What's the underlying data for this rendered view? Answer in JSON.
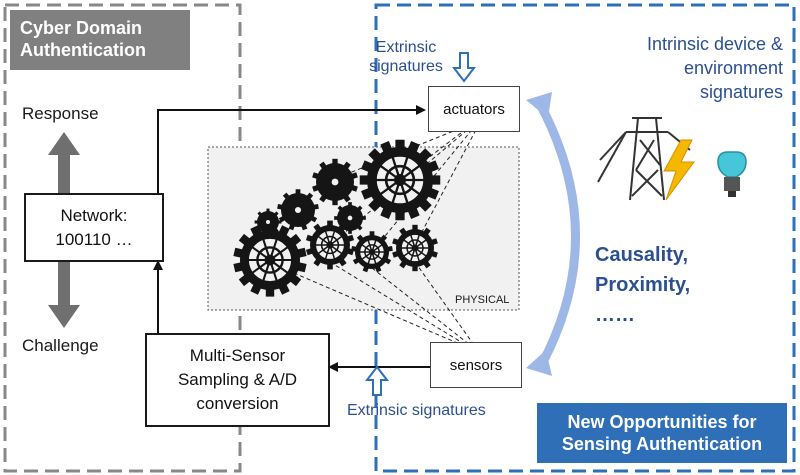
{
  "cyber_tag": "Cyber Domain\nAuthentication",
  "sensing_tag": "New Opportunities for\nSensing Authentication",
  "response_label": "Response",
  "challenge_label": "Challenge",
  "network_box": "Network:\n100110 …",
  "multisensor_box": "Multi-Sensor\nSampling & A/D\nconversion",
  "actuators_box": "actuators",
  "sensors_box": "sensors",
  "extrinsic_top": "Extrinsic\nsignatures",
  "extrinsic_bottom": "Extrinsic signatures",
  "intrinsic_label": "Intrinsic device &\nenvironment\nsignatures",
  "causality_label": "Causality,\nProximity,\n……",
  "physical_label": "PHYSICAL",
  "icons": [
    "power-tower-icon",
    "lightning-icon",
    "light-bulb-icon",
    "gears-icon"
  ],
  "colors": {
    "gray_tag": "#808080",
    "blue_tag": "#2e6fb8",
    "blue_text": "#2b4f8f",
    "curve_arrow": "#9db8e6"
  }
}
